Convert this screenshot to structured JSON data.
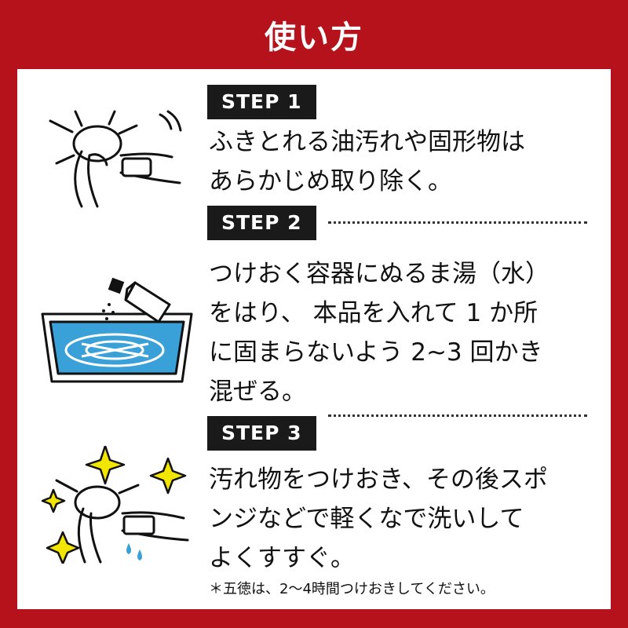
{
  "title": "使い方",
  "steps": [
    {
      "label": "STEP 1",
      "text": "ふきとれる油汚れや固形物は\nあらかじめ取り除く。"
    },
    {
      "label": "STEP 2",
      "text": "つけおく容器にぬるま湯（水）\nをはり、 本品を入れて 1 か所\nに固まらないよう 2~3 回かき\n混ぜる。"
    },
    {
      "label": "STEP 3",
      "text": "汚れ物をつけおき、その後スポ\nンジなどで軽くなで洗いして\nよくすすぐ。"
    }
  ],
  "note": "＊五徳は、2～4時間つけおきしてください。",
  "colors": {
    "background": "#b5121b",
    "panel": "#ffffff",
    "label_bg": "#1a1a1a",
    "water": "#3aa0d8",
    "sparkle": "#f2e600"
  },
  "icons": [
    "hands-scraping-icon",
    "basin-soak-icon",
    "hands-rinse-sparkle-icon"
  ]
}
